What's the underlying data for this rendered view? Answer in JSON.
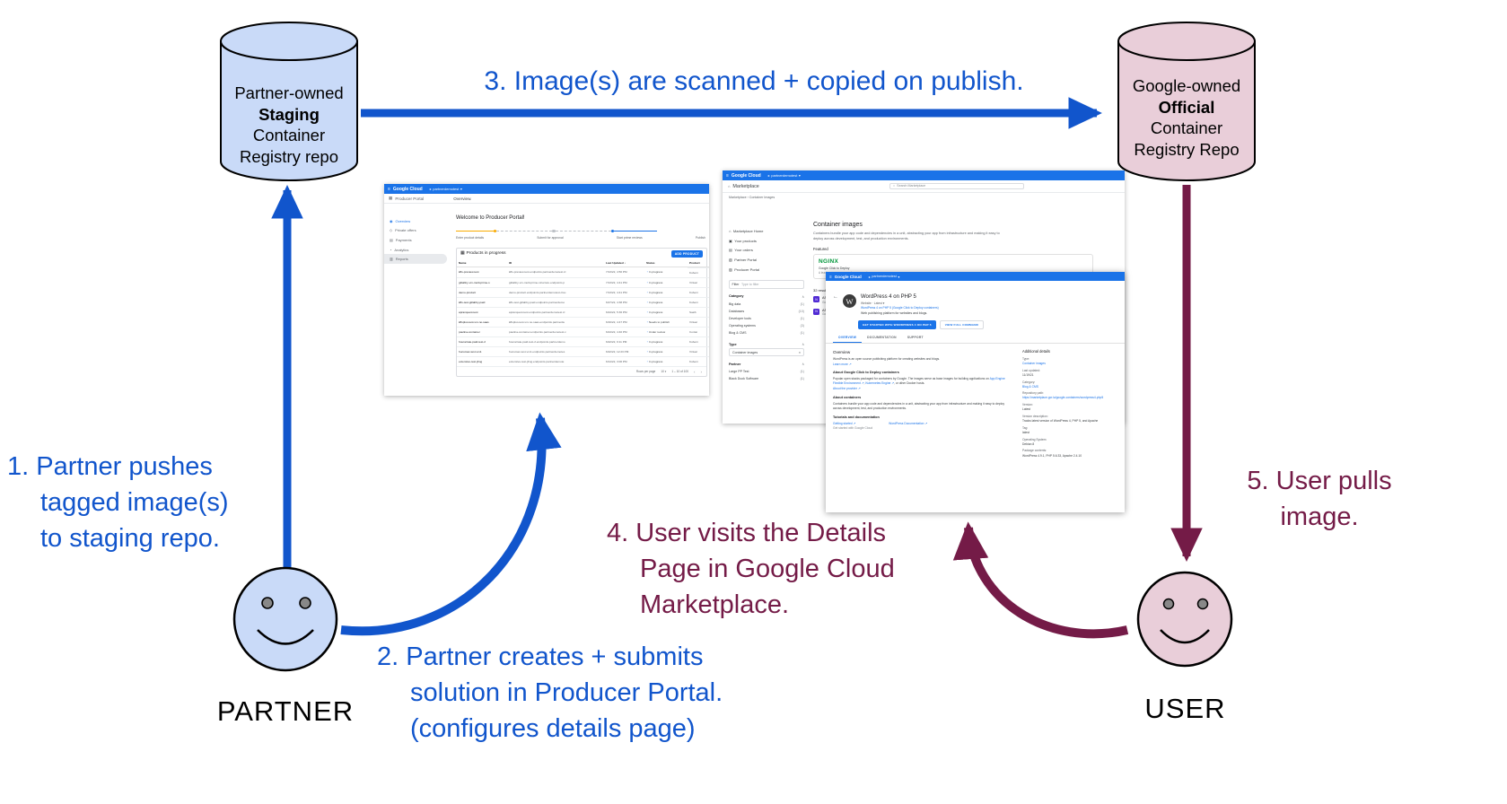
{
  "diagram": {
    "colors": {
      "blue": "#1155cc",
      "maroon": "#741b47",
      "partner_fill": "#c9daf8",
      "user_fill": "#e9ced9"
    },
    "staging_repo": {
      "line1": "Partner-owned",
      "line2": "Staging",
      "line3": "Container",
      "line4": "Registry repo"
    },
    "official_repo": {
      "line1": "Google-owned",
      "line2": "Official",
      "line3": "Container",
      "line4": "Registry Repo"
    },
    "partner_label": "PARTNER",
    "user_label": "USER",
    "steps": {
      "s1": "1. Partner pushes\ntagged image(s)\nto staging repo.",
      "s2": "2. Partner creates + submits\nsolution in Producer Portal.\n(configures details page)",
      "s3": "3. Image(s) are scanned + copied on publish.",
      "s4": "4. User visits the Details\nPage in Google Cloud\nMarketplace.",
      "s5": "5. User pulls\nimage."
    }
  },
  "producer_portal": {
    "header": {
      "brand": "Google Cloud",
      "project": "partnerdemotest"
    },
    "appbar": {
      "app": "Producer Portal",
      "page": "Overview."
    },
    "sidebar": [
      {
        "icon": "◉",
        "label": "Overview"
      },
      {
        "icon": "◇",
        "label": "Private offers"
      },
      {
        "icon": "▤",
        "label": "Payments"
      },
      {
        "icon": "◔",
        "label": "Analytics"
      },
      {
        "icon": "▥",
        "label": "Reports"
      }
    ],
    "welcome": "Welcome to Producer Portal!",
    "stepper": [
      "Enter product details",
      "Submit for approval",
      "Start prime reviews",
      "Publish"
    ],
    "panel": {
      "title": "Products in progress",
      "add_button": "ADD PRODUCT",
      "columns": [
        "Name",
        "ID",
        "Last Updated ↓",
        "Status",
        "Product"
      ],
      "rows": [
        {
          "name": "k8s-preview-test",
          "id": "k8s-preview-test.endpoints.partnerdemotest.cl",
          "updated": "7/13/22, 4:50 PM",
          "status": "In progress",
          "product": "Kubern"
        },
        {
          "name": "gitlabby-vm-multi-prime-s",
          "id": "gitlabby-vm-multi-prime-structure.endpoints.p",
          "updated": "7/13/22, 4:41 PM",
          "status": "In progress",
          "product": "Virtual"
        },
        {
          "name": "demo-product",
          "id": "demo-product.endpoints.partnerdemotest.clou",
          "updated": "7/13/22, 4:41 PM",
          "status": "In progress",
          "product": "Kubern"
        },
        {
          "name": "k8s-test-gitlabby-paid",
          "id": "k8s-test-gitlabby-paid.endpoints.partnerdemo",
          "updated": "6/27/22, 4:38 PM",
          "status": "In progress",
          "product": "Kubern"
        },
        {
          "name": "apranquest-test",
          "id": "apranquest-test.endpoints.partnerdemotest.cl",
          "updated": "6/24/22, 5:36 PM",
          "status": "In progress",
          "product": "SaaS"
        },
        {
          "name": "k8splus-test-vm-no-saas",
          "id": "k8splus-test-vm-no-saas.endpoints.partnerde",
          "updated": "6/16/22, 4:47 PM",
          "status": "Needs to publish",
          "product": "Virtual"
        },
        {
          "name": "paulina-container",
          "id": "paulina-container.endpoints.partnerdemotest.c",
          "updated": "6/24/22, 4:40 PM",
          "status": "Under review",
          "product": "Contai"
        },
        {
          "name": "hourarrate-paid-test-2",
          "id": "hourarrate-paid-test-2.endpoints.partnerdemo",
          "updated": "6/22/22, 9:11 PM",
          "status": "In progress",
          "product": "Kubern"
        },
        {
          "name": "hucomac-test-vm1",
          "id": "hucomac-test-vm1.endpoints.partnerdemotes",
          "updated": "6/22/22, 12:23 PM",
          "status": "In progress",
          "product": "Virtual"
        },
        {
          "name": "extensive-test-jfrog",
          "id": "extensive-test-jfrog.endpoints.partnerdemote",
          "updated": "6/14/22, 3:00 PM",
          "status": "In progress",
          "product": "Kubern"
        }
      ],
      "footer": {
        "rows_per_page": "Rows per page",
        "page_size": "10",
        "range": "1 – 10 of 100"
      }
    }
  },
  "marketplace": {
    "header": {
      "brand": "Google Cloud",
      "project": "partnerdemotest"
    },
    "toolbar": {
      "title": "Marketplace",
      "search_placeholder": "Search Marketplace"
    },
    "breadcrumb": "Marketplace  ›  Container Images",
    "sidebar": {
      "nav": [
        {
          "icon": "⌂",
          "label": "Marketplace Home"
        },
        {
          "icon": "▣",
          "label": "Your products"
        },
        {
          "icon": "▤",
          "label": "Your orders"
        },
        {
          "icon": "▧",
          "label": "Partner Portal"
        },
        {
          "icon": "▨",
          "label": "Producer Portal"
        }
      ],
      "filter_label": "Filter",
      "filter_placeholder": "Type to filter",
      "category_title": "Category",
      "categories": [
        {
          "label": "Big data",
          "count": "(1)"
        },
        {
          "label": "Databases",
          "count": "(10)"
        },
        {
          "label": "Developer tools",
          "count": "(1)"
        },
        {
          "label": "Operating systems",
          "count": "(3)"
        },
        {
          "label": "Blog & CMS",
          "count": "(1)"
        }
      ],
      "type_title": "Type",
      "type_selected": "Container images",
      "partner_title": "Partner",
      "partners": [
        {
          "label": "Large PP Test",
          "count": "(1)"
        },
        {
          "label": "Black Duck Software",
          "count": "(1)"
        }
      ]
    },
    "main": {
      "title": "Container images",
      "description": "Containers bundle your app code and dependencies in a unit, abstracting your app from infrastructure and making it easy to deploy across development, test, and production environments.",
      "featured": "Featured",
      "nginx_card": {
        "name": "NGINX",
        "line1": "Google Click to Deploy",
        "line2": "A leading open source web server and reverse proxy."
      },
      "results_count": "32 results",
      "results": [
        {
          "name": "ASP.NET Core",
          "sub": "Google Click to Deploy"
        },
        {
          "name": "ASP.NET Core",
          "sub": "Google Click to Deploy"
        }
      ]
    }
  },
  "details_page": {
    "header": {
      "brand": "Google Cloud",
      "project": "partnerdemotest"
    },
    "back_icon": "←",
    "logo_letter": "W",
    "title": "WordPress 4 on PHP 5",
    "subtitle": "Website · Latest ▾",
    "publisher_link": "WordPress 4 on PHP 5 (Google Click to Deploy containers)",
    "tagline": "Web publishing platform for websites and blogs.",
    "primary_button": "GET STARTED WITH WORDPRESS 4 ON PHP 5",
    "secondary_button": "VIEW FULL COMMAND",
    "tabs": [
      "OVERVIEW",
      "DOCUMENTATION",
      "SUPPORT"
    ],
    "overview": {
      "heading": "Overview",
      "text": "WordPress is an open source publishing platform for creating websites and blogs.",
      "learn_more": "Learn more ↗",
      "about_gcd_heading": "About Google Click to Deploy containers",
      "about_gcd_text": "Popular open stacks packaged for containers by Google. The images serve as base images for building applications on ",
      "about_gcd_link1": "App Engine Flexible Environment ↗",
      "about_gcd_mid": ", ",
      "about_gcd_link2": "Kubernetes Engine ↗",
      "about_gcd_tail": ", or other Docker hosts.",
      "about_provider": "About the provider ↗",
      "about_containers_heading": "About containers",
      "about_containers_text": "Containers bundle your app code and dependencies in a unit, abstracting your app from infrastructure and making it easy to deploy across development, test, and production environments.",
      "tutorials_heading": "Tutorials and documentation",
      "tutorial_link": "Getting started ↗",
      "tutorial_sub": "Get started with Google Cloud",
      "doc_link": "WordPress Documentation ↗"
    },
    "additional": {
      "heading": "Additional details",
      "rows": [
        {
          "label": "Type:",
          "value": "Container images"
        },
        {
          "label": "Last updated:",
          "value": "11/19/21"
        },
        {
          "label": "Category:",
          "value": "Blog & CMS"
        },
        {
          "label": "Repository path:",
          "value": "https://marketplace.gcr.io/google-containers/wordpress4-php5"
        },
        {
          "label": "Version:",
          "value": "Latest"
        },
        {
          "label": "Version description:",
          "value": "Tracks latest version of WordPress 4, PHP 5, and Apache"
        },
        {
          "label": "Tag:",
          "value": "latest"
        },
        {
          "label": "Operating System:",
          "value": "Debian 8"
        },
        {
          "label": "Package contents:",
          "value": "WordPress 4.9.1, PHP 5.6.33, Apache 2.4.10"
        }
      ]
    }
  }
}
